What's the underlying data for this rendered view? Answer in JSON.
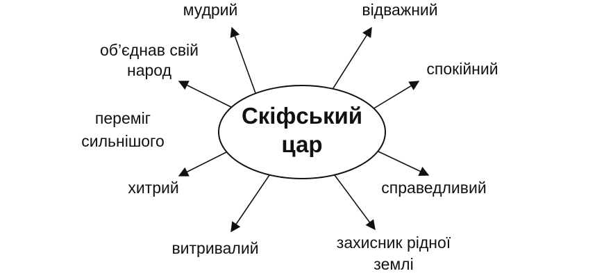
{
  "center": {
    "line1": "Скіфський",
    "line2": "цар"
  },
  "traits": {
    "wise": "мудрий",
    "brave": "відважний",
    "united_line1": "об’єднав свій",
    "united_line2": "народ",
    "calm": "спокійний",
    "defeated_line1": "переміг",
    "defeated_line2": "сильнішого",
    "cunning": "хитрий",
    "just": "справедливий",
    "enduring": "витривалий",
    "defender_line1": "захисник рідної",
    "defender_line2": "землі"
  },
  "colors": {
    "stroke": "#111111",
    "background": "#ffffff"
  }
}
